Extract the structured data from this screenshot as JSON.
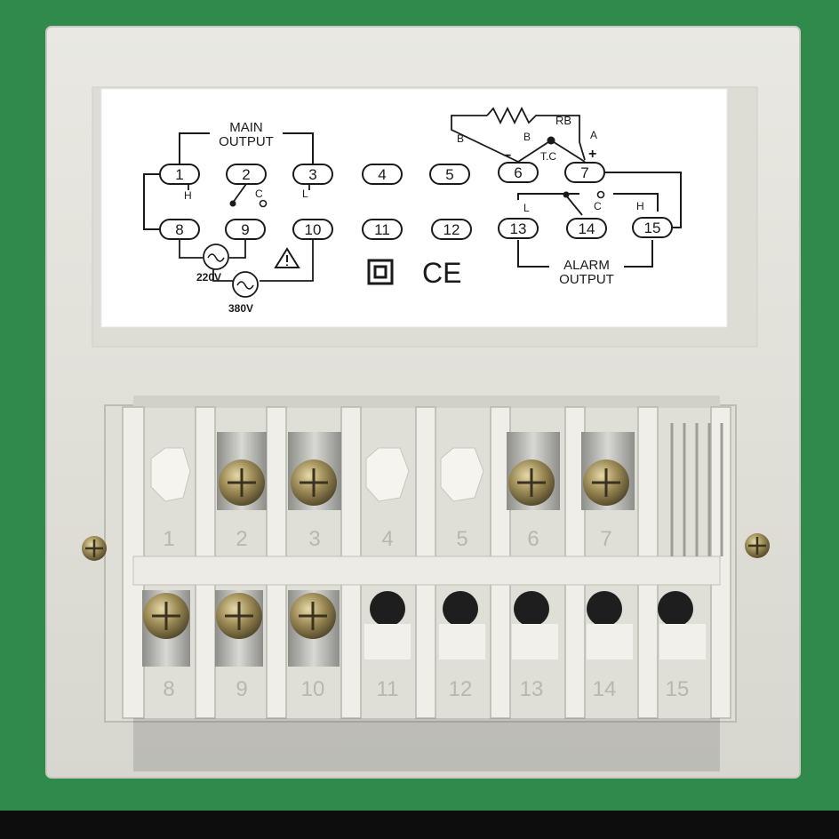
{
  "diagram": {
    "main_output_label": [
      "MAIN",
      "OUTPUT"
    ],
    "alarm_output_label": [
      "ALARM",
      "OUTPUT"
    ],
    "terminals": [
      "1",
      "2",
      "3",
      "4",
      "5",
      "6",
      "7",
      "8",
      "9",
      "10",
      "11",
      "12",
      "13",
      "14",
      "15"
    ],
    "contact_labels": {
      "main_h": "H",
      "main_c": "C",
      "main_l": "L",
      "alarm_l": "L",
      "alarm_c": "C",
      "alarm_h": "H"
    },
    "rtd_labels": {
      "b_left": "B",
      "b_inner": "B",
      "a": "A",
      "rb": "RB",
      "tc": "T.C",
      "minus": "−",
      "plus": "+"
    },
    "supply": {
      "v220": "220V",
      "v380": "380V"
    },
    "marks": {
      "ce": "CE",
      "double_insulation_icon": "square-in-square",
      "warning_icon": "triangle-exclamation"
    }
  },
  "terminal_block": {
    "top_row": [
      "1",
      "2",
      "3",
      "4",
      "5",
      "6",
      "7"
    ],
    "bottom_row": [
      "8",
      "9",
      "10",
      "11",
      "12",
      "13",
      "14",
      "15"
    ]
  },
  "colors": {
    "background": "#2f8a4c",
    "housing": "#e4e3dc",
    "label": "#ffffff",
    "ink": "#1a1a1a"
  }
}
